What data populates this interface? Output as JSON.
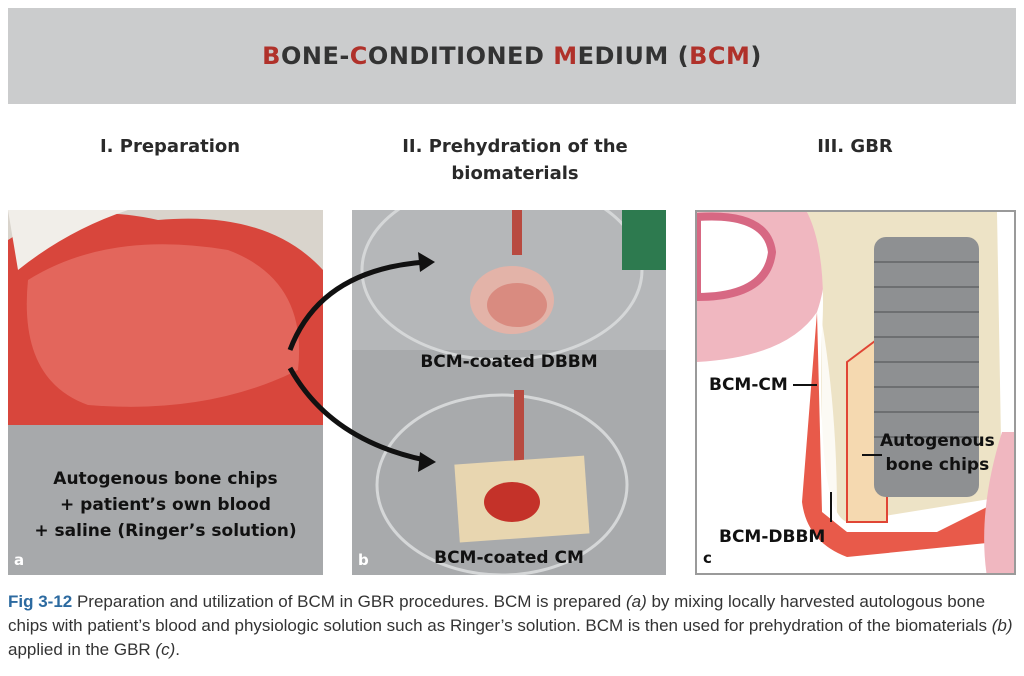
{
  "header": {
    "title_parts": [
      {
        "text": "B",
        "accent": true
      },
      {
        "text": "ONE-",
        "accent": false
      },
      {
        "text": "C",
        "accent": true
      },
      {
        "text": "ONDITIONED ",
        "accent": false
      },
      {
        "text": "M",
        "accent": true
      },
      {
        "text": "EDIUM (",
        "accent": false
      },
      {
        "text": "BCM",
        "accent": true
      },
      {
        "text": ")",
        "accent": false
      }
    ]
  },
  "columns": {
    "one": "I. Preparation",
    "two_line1": "II. Prehydration of the",
    "two_line2": "biomaterials",
    "three": "III. GBR"
  },
  "panel_a": {
    "line1": "Autogenous bone chips",
    "line2": "+ patient’s own blood",
    "line3": "+ saline (Ringer’s solution)",
    "letter": "a"
  },
  "panel_b": {
    "top_label": "BCM-coated DBBM",
    "bottom_label": "BCM-coated CM",
    "letter": "b"
  },
  "panel_c": {
    "label_cm": "BCM-CM",
    "label_chips_1": "Autogenous",
    "label_chips_2": "bone chips",
    "label_dbbm": "BCM-DBBM",
    "letter": "c"
  },
  "caption": {
    "fig": "Fig 3-12",
    "p1": " Preparation and utilization of BCM in GBR procedures. BCM is prepared ",
    "a": "(a)",
    "p2": " by mixing locally harvested autologous bone chips with patient’s blood and physiologic solution such as Ringer’s solution. BCM is then used for prehydration of the biomaterials ",
    "b": "(b)",
    "p3": " applied in the GBR ",
    "c": "(c)",
    "p4": "."
  },
  "colors": {
    "accent": "#b0312a",
    "banner": "#cbcccd",
    "fig_label": "#2c6aa0"
  }
}
